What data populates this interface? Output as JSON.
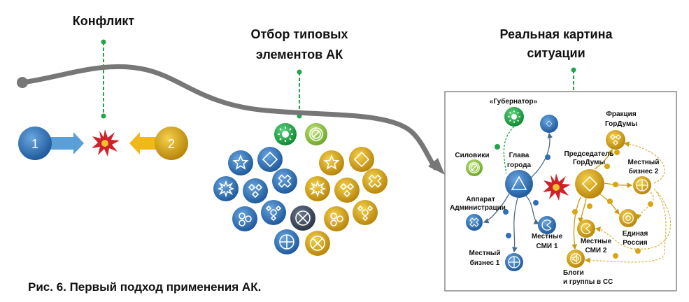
{
  "titles": {
    "conflict": "Конфликт",
    "selection_1": "Отбор типовых",
    "selection_2": "элементов АК",
    "real_1": "Реальная картина",
    "real_2": "ситуации"
  },
  "conflict": {
    "party_1": "1",
    "party_2": "2"
  },
  "caption": "Рис. 6. Первый подход применения АК.",
  "situation": {
    "governor": "«Губернатор»",
    "siloviki": "Силовики",
    "mayor_1": "Глава",
    "mayor_2": "города",
    "admin_1": "Аппарат",
    "admin_2": "Администрации",
    "biz1_1": "Местный",
    "biz1_2": "бизнес 1",
    "smi1_1": "Местные",
    "smi1_2": "СМИ 1",
    "chair_1": "Председатель",
    "chair_2": "ГорДумы",
    "faction_1": "Фракция",
    "faction_2": "ГорДумы",
    "biz2_1": "Местный",
    "biz2_2": "бизнес 2",
    "er_1": "Единая",
    "er_2": "Россия",
    "smi2_1": "Местные",
    "smi2_2": "СМИ 2",
    "blogs_1": "Блоги",
    "blogs_2": "и группы в СС"
  },
  "colors": {
    "blue": "#2f6fb5",
    "gold": "#d9a512",
    "green": "#1fa64a",
    "lightgreen": "#8cc63f",
    "dark": "#3d4a5c",
    "red": "#d0202a"
  }
}
